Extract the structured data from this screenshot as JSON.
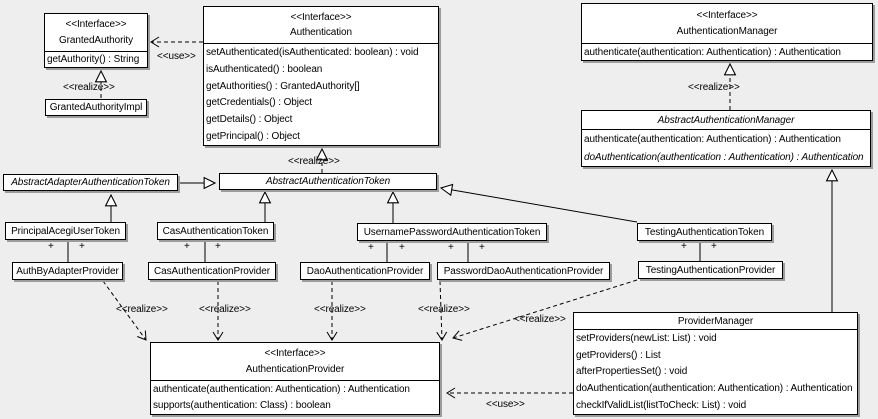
{
  "diagram_title": "Acegi Security authentication UML class diagram",
  "colors": {
    "background": "#eeeeee",
    "box_fill": "#ffffff",
    "box_border": "#000000",
    "box_shadow": "#9c9c9c",
    "line": "#000000"
  },
  "labels": {
    "realize": "<<realize>>",
    "use": "<<use>>",
    "plus": "+"
  },
  "classes": {
    "granted_authority": {
      "stereotype": "<<Interface>>",
      "name": "GrantedAuthority",
      "members": [
        "getAuthority() : String"
      ]
    },
    "granted_authority_impl": {
      "name": "GrantedAuthorityImpl"
    },
    "authentication": {
      "stereotype": "<<Interface>>",
      "name": "Authentication",
      "members": [
        "setAuthenticated(isAuthenticated: boolean) : void",
        "isAuthenticated() : boolean",
        "getAuthorities() : GrantedAuthority[]",
        "getCredentials() : Object",
        "getDetails() : Object",
        "getPrincipal() : Object"
      ]
    },
    "authentication_manager": {
      "stereotype": "<<Interface>>",
      "name": "AuthenticationManager",
      "members": [
        "authenticate(authentication: Authentication) : Authentication"
      ]
    },
    "abstract_authentication_manager": {
      "name": "AbstractAuthenticationManager",
      "members": [
        "authenticate(authentication: Authentication) : Authentication",
        "doAuthentication(authentication : Authentication) : Authentication"
      ]
    },
    "abstract_adapter_authentication_token": {
      "name": "AbstractAdapterAuthenticationToken"
    },
    "abstract_authentication_token": {
      "name": "AbstractAuthenticationToken"
    },
    "principal_acegi_user_token": {
      "name": "PrincipalAcegiUserToken"
    },
    "cas_authentication_token": {
      "name": "CasAuthenticationToken"
    },
    "username_password_authentication_token": {
      "name": "UsernamePasswordAuthenticationToken"
    },
    "testing_authentication_token": {
      "name": "TestingAuthenticationToken"
    },
    "auth_by_adapter_provider": {
      "name": "AuthByAdapterProvider"
    },
    "cas_authentication_provider": {
      "name": "CasAuthenticationProvider"
    },
    "dao_authentication_provider": {
      "name": "DaoAuthenticationProvider"
    },
    "password_dao_authentication_provider": {
      "name": "PasswordDaoAuthenticationProvider"
    },
    "testing_authentication_provider": {
      "name": "TestingAuthenticationProvider"
    },
    "authentication_provider": {
      "stereotype": "<<Interface>>",
      "name": "AuthenticationProvider",
      "members": [
        "authenticate(authentication: Authentication) : Authentication",
        "supports(authentication: Class) : boolean"
      ]
    },
    "provider_manager": {
      "name": "ProviderManager",
      "members": [
        "setProviders(newList: List) : void",
        "getProviders() : List",
        "afterPropertiesSet() : void",
        "doAuthentication(authentication: Authentication) : Authentication",
        "checkIfValidList(listToCheck: List) : void"
      ]
    }
  }
}
